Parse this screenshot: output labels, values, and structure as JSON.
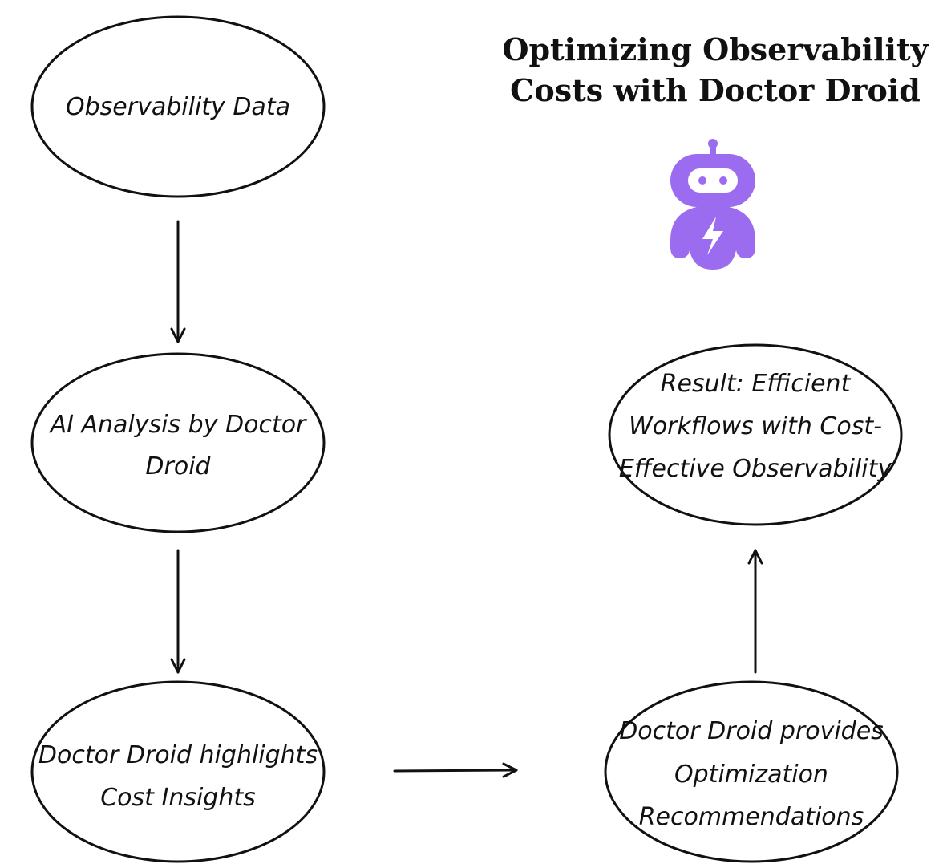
{
  "title": {
    "lines": [
      "Optimizing Observability",
      "Costs with Doctor Droid"
    ]
  },
  "logo": {
    "icon": "robot-icon",
    "accent_color": "#9b6cf0",
    "face_color": "#ffffff"
  },
  "nodes": {
    "observability_data": {
      "lines": [
        "Observability Data"
      ]
    },
    "ai_analysis": {
      "lines": [
        "AI Analysis by Doctor",
        "Droid"
      ]
    },
    "cost_insights": {
      "lines": [
        "Doctor Droid highlights",
        "Cost Insights"
      ]
    },
    "recommendations": {
      "lines": [
        "Doctor Droid provides",
        "Optimization",
        "Recommendations"
      ]
    },
    "result": {
      "lines": [
        "Result: Efficient",
        "Workflows with Cost-",
        "Effective Observability"
      ]
    }
  },
  "edges": [
    {
      "from": "observability_data",
      "to": "ai_analysis"
    },
    {
      "from": "ai_analysis",
      "to": "cost_insights"
    },
    {
      "from": "cost_insights",
      "to": "recommendations"
    },
    {
      "from": "recommendations",
      "to": "result"
    }
  ]
}
